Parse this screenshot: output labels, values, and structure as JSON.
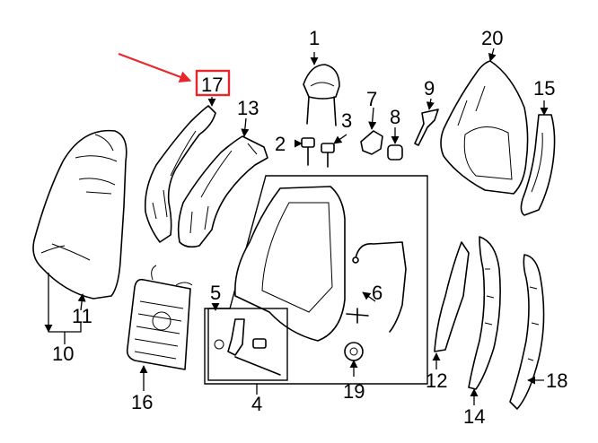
{
  "diagram": {
    "callouts": [
      "1",
      "2",
      "3",
      "4",
      "5",
      "6",
      "7",
      "8",
      "9",
      "10",
      "11",
      "12",
      "13",
      "14",
      "15",
      "16",
      "17",
      "18",
      "19",
      "20"
    ],
    "highlight": {
      "label_index": 16,
      "box_color": "#e8262b",
      "arrow_color": "#e8262b"
    }
  }
}
